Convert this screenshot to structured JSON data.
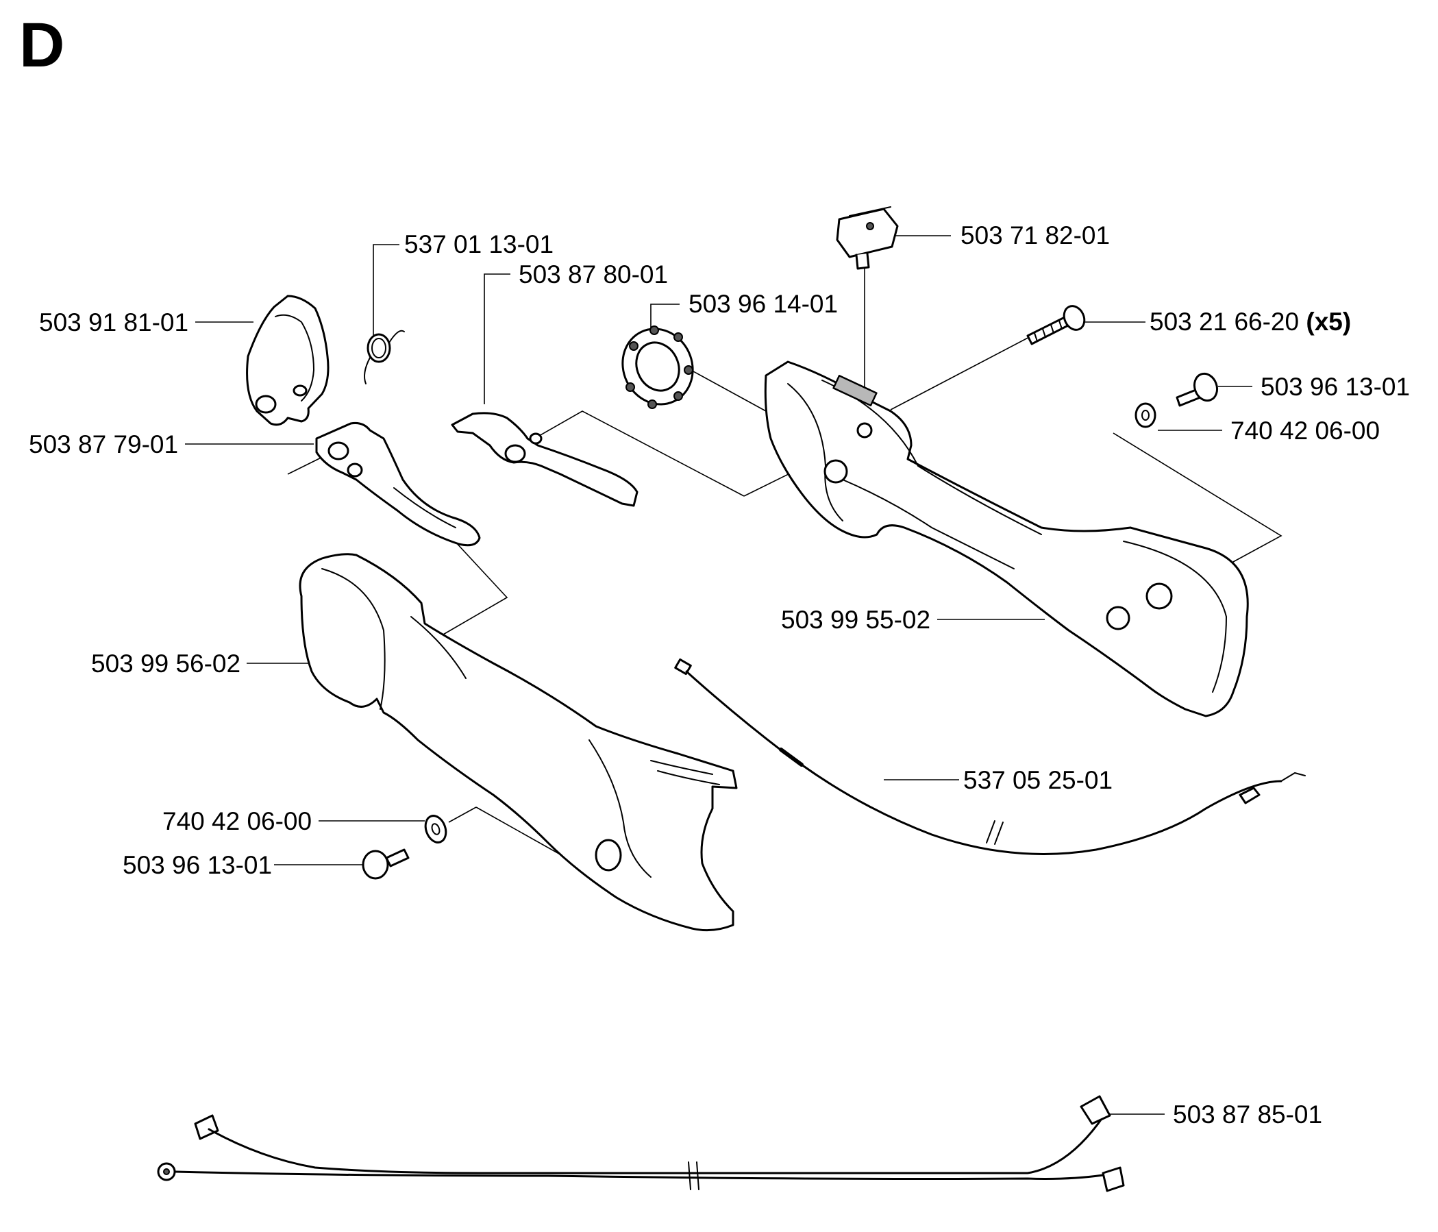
{
  "section_letter": "D",
  "parts": {
    "p_537_01_13_01": "537 01 13-01",
    "p_503_87_80_01": "503 87 80-01",
    "p_503_91_81_01": "503 91 81-01",
    "p_503_96_14_01": "503 96 14-01",
    "p_503_71_82_01": "503 71 82-01",
    "p_503_21_66_20": "503 21 66-20",
    "p_503_21_66_20_qty": "(x5)",
    "p_503_96_13_01_a": "503 96 13-01",
    "p_740_42_06_00_a": "740 42 06-00",
    "p_503_87_79_01": "503 87 79-01",
    "p_503_99_55_02": "503 99 55-02",
    "p_503_99_56_02": "503 99 56-02",
    "p_537_05_25_01": "537 05 25-01",
    "p_740_42_06_00_b": "740 42 06-00",
    "p_503_96_13_01_b": "503 96 13-01",
    "p_503_87_85_01": "503 87 85-01"
  }
}
